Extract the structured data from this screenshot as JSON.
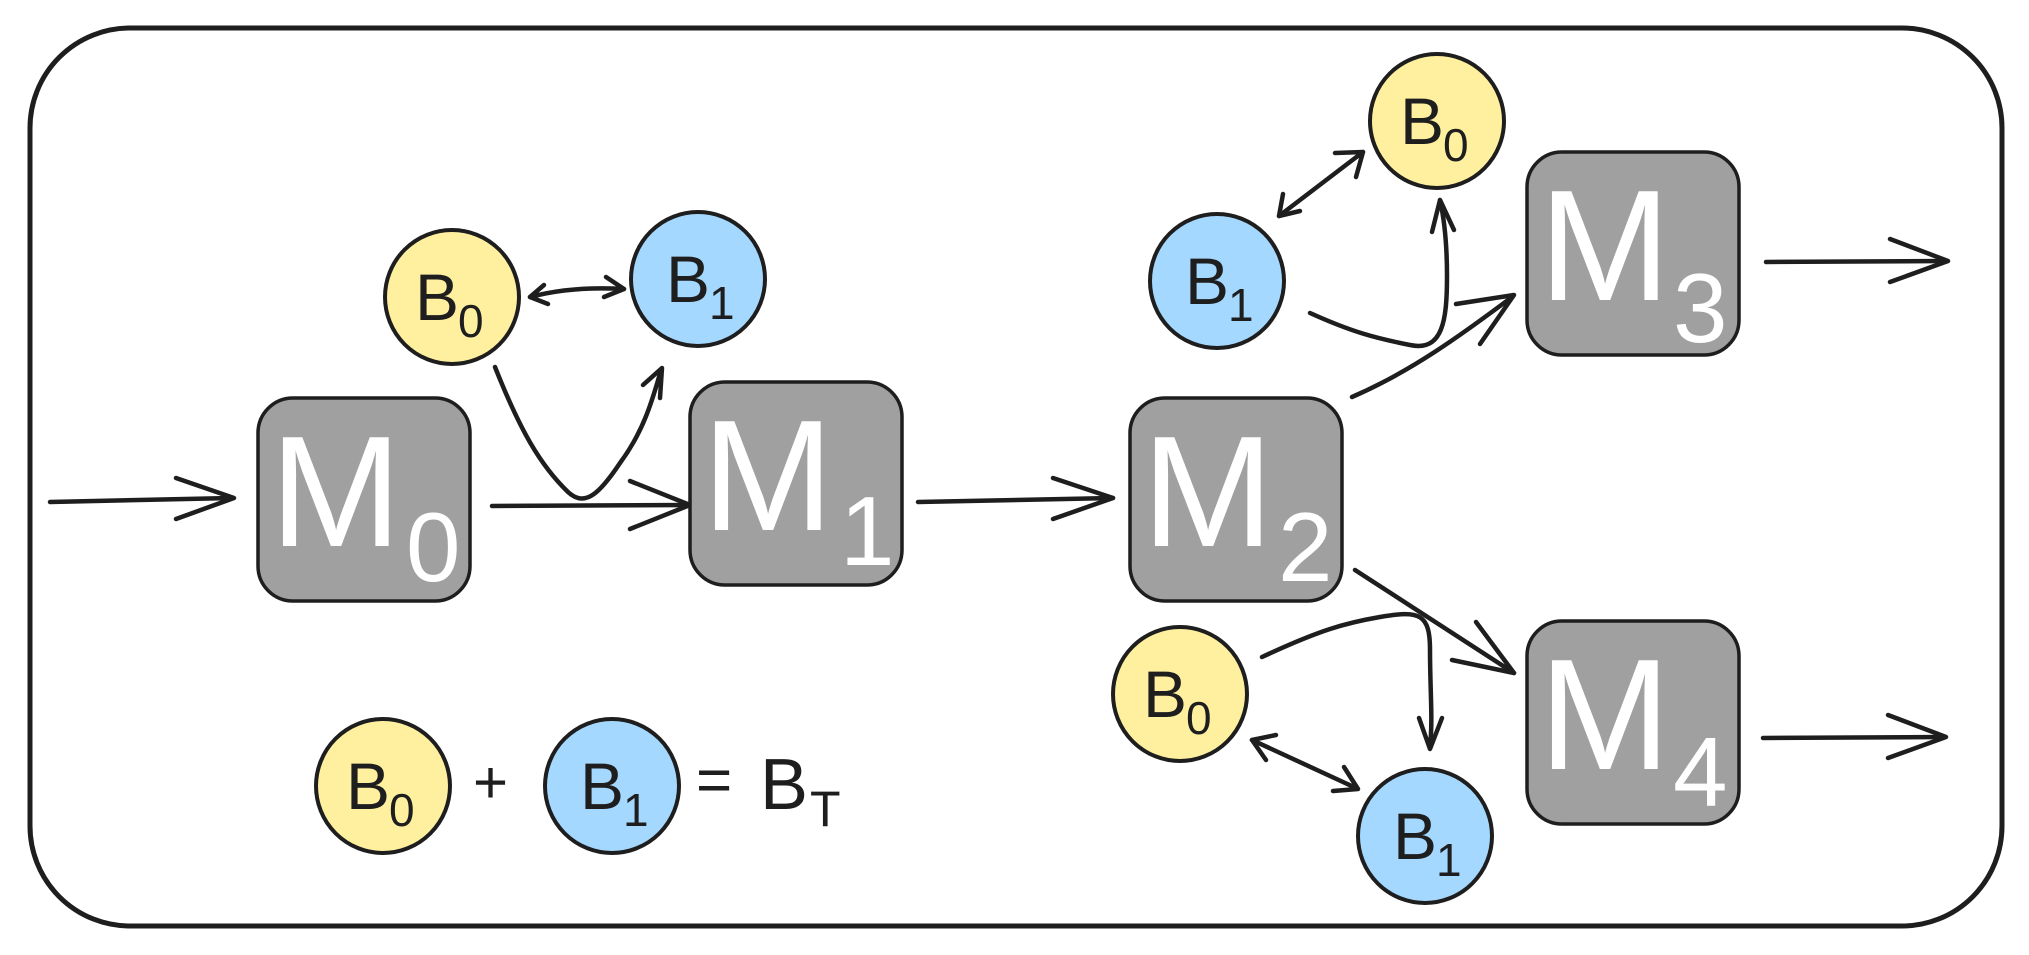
{
  "colors": {
    "b0_fill": "#fff0a0",
    "b1_fill": "#a5d8ff",
    "machine_fill": "#a0a0a0",
    "stroke": "#1e1e1e"
  },
  "machines": [
    {
      "id": "m0",
      "letter": "M",
      "sub": "0"
    },
    {
      "id": "m1",
      "letter": "M",
      "sub": "1"
    },
    {
      "id": "m2",
      "letter": "M",
      "sub": "2"
    },
    {
      "id": "m3",
      "letter": "M",
      "sub": "3"
    },
    {
      "id": "m4",
      "letter": "M",
      "sub": "4"
    }
  ],
  "buffers": [
    {
      "id": "g1-b0",
      "letter": "B",
      "sub": "0",
      "kind": "b0"
    },
    {
      "id": "g1-b1",
      "letter": "B",
      "sub": "1",
      "kind": "b1"
    },
    {
      "id": "g2-b0",
      "letter": "B",
      "sub": "0",
      "kind": "b0"
    },
    {
      "id": "g2-b1",
      "letter": "B",
      "sub": "1",
      "kind": "b1"
    },
    {
      "id": "g3-b0",
      "letter": "B",
      "sub": "0",
      "kind": "b0"
    },
    {
      "id": "g3-b1",
      "letter": "B",
      "sub": "1",
      "kind": "b1"
    },
    {
      "id": "legend-b0",
      "letter": "B",
      "sub": "0",
      "kind": "b0"
    },
    {
      "id": "legend-b1",
      "letter": "B",
      "sub": "1",
      "kind": "b1"
    }
  ],
  "legend": {
    "plus": "+",
    "equals": "=",
    "total_letter": "B",
    "total_sub": "T"
  }
}
